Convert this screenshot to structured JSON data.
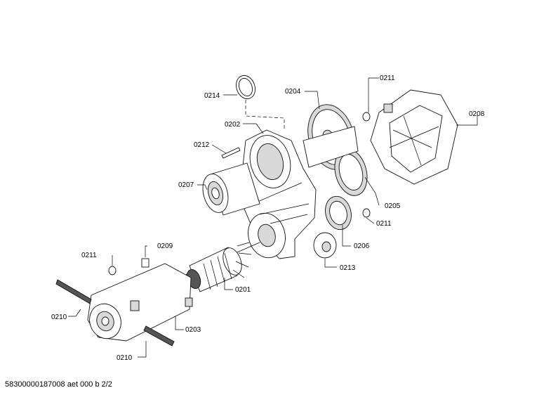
{
  "labels": {
    "p0214": "0214",
    "p0204": "0204",
    "p0211a": "0211",
    "p0208": "0208",
    "p0202": "0202",
    "p0212": "0212",
    "p0207": "0207",
    "p0205": "0205",
    "p0211b": "0211",
    "p0206": "0206",
    "p0213": "0213",
    "p0211c": "0211",
    "p0209": "0209",
    "p0201": "0201",
    "p0210a": "0210",
    "p0203": "0203",
    "p0210b": "0210"
  },
  "footer": "58300000187008 aet 000 b 2/2"
}
